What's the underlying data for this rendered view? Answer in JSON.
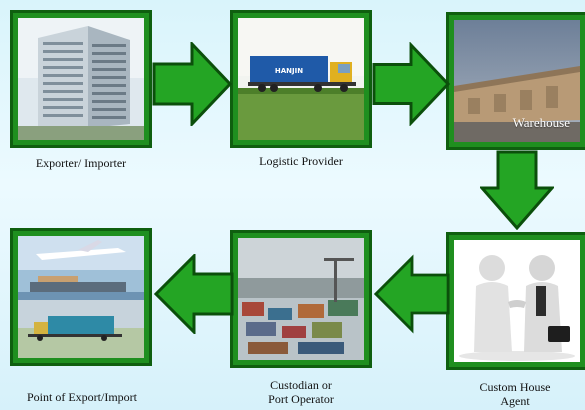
{
  "nodes": [
    {
      "id": "exporter_importer",
      "label": "Exporter/ Importer"
    },
    {
      "id": "logistic_provider",
      "label": "Logistic Provider",
      "truck_brand": "HANJIN"
    },
    {
      "id": "warehouse",
      "label": "Warehouse"
    },
    {
      "id": "point_of_export_import",
      "label": "Point of  Export/Import"
    },
    {
      "id": "custodian",
      "label_line1": "Custodian or",
      "label_line2": "Port Operator"
    },
    {
      "id": "custom_house_agent",
      "label_line1": "Custom House",
      "label_line2": "Agent"
    }
  ],
  "colors": {
    "frame": "#1f8f1f",
    "frame_border": "#0f5f0f",
    "arrow": "#24a524",
    "arrow_outline": "#0b4f0b",
    "background": "#e2f7fc"
  }
}
